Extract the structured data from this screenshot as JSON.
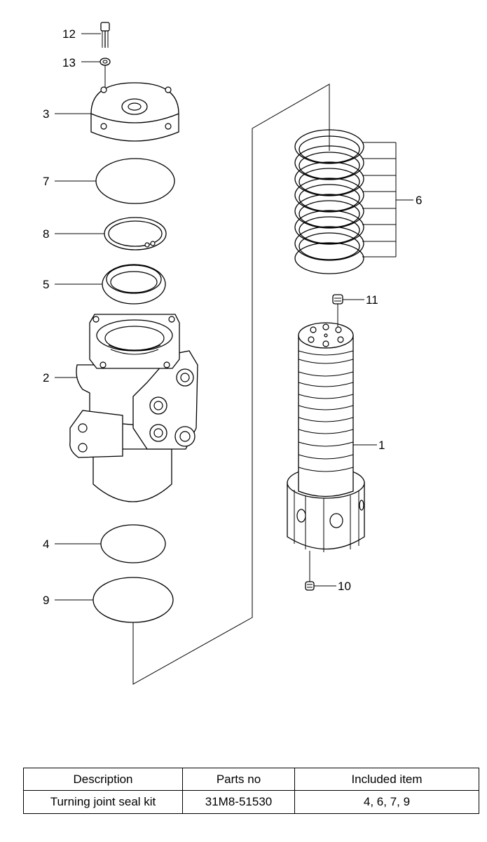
{
  "callouts": [
    "1",
    "2",
    "3",
    "4",
    "5",
    "6",
    "7",
    "8",
    "9",
    "10",
    "11",
    "12",
    "13"
  ],
  "table": {
    "headers": [
      "Description",
      "Parts no",
      "Included item"
    ],
    "rows": [
      [
        "Turning joint seal kit",
        "31M8-51530",
        "4, 6, 7, 9"
      ]
    ]
  }
}
